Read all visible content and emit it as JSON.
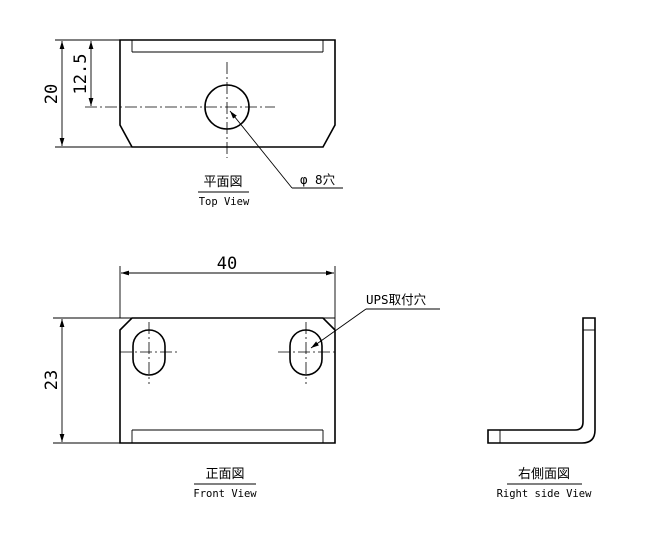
{
  "top_view": {
    "dim_overall": "20",
    "dim_hole_position": "12.5",
    "hole_note": "φ 8穴",
    "title_ja": "平面図",
    "title_en": "Top View"
  },
  "front_view": {
    "dim_width": "40",
    "dim_height": "23",
    "hole_note": "UPS取付穴",
    "title_ja": "正面図",
    "title_en": "Front View"
  },
  "side_view": {
    "title_ja": "右側面図",
    "title_en": "Right side View"
  }
}
